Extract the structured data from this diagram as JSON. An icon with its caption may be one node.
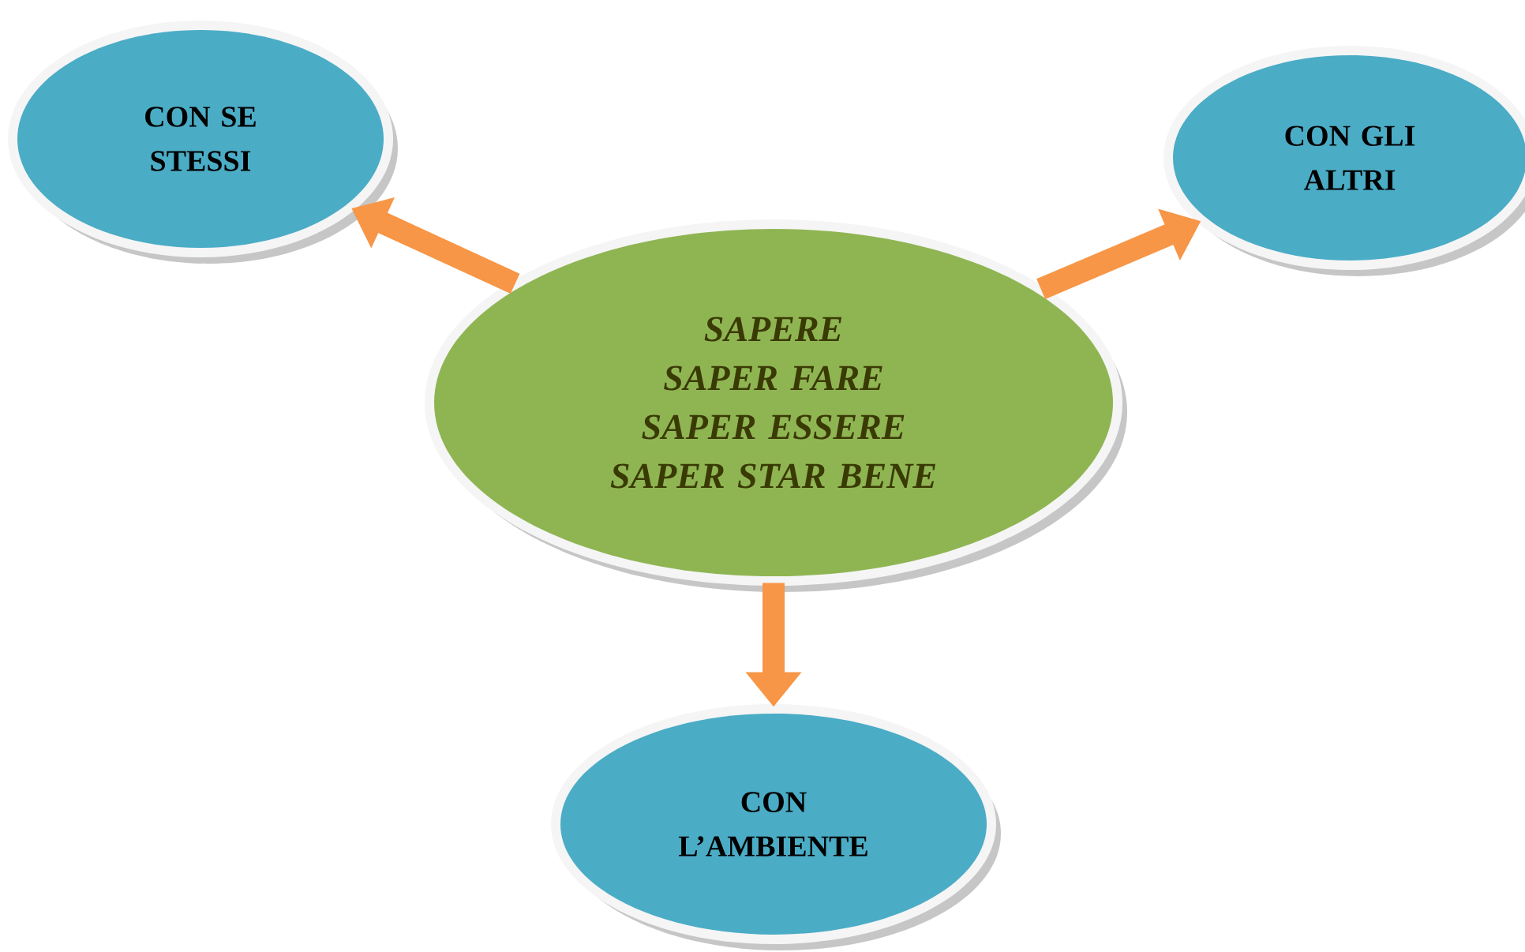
{
  "diagram": {
    "nodes": [
      {
        "text": [
          "SAPERE",
          "SAPER FARE",
          "SAPER ESSERE",
          "SAPER STAR BENE"
        ]
      },
      {
        "text": [
          "CON SE STESSI"
        ]
      },
      {
        "text": [
          "CON GLI ALTRI"
        ]
      },
      {
        "text": [
          "CON L’AMBIENTE"
        ]
      }
    ],
    "edges": [
      {
        "from": 0,
        "to": 1,
        "arrow": "to"
      },
      {
        "from": 0,
        "to": 2,
        "arrow": "to"
      },
      {
        "from": 0,
        "to": 3,
        "arrow": "to"
      }
    ]
  }
}
